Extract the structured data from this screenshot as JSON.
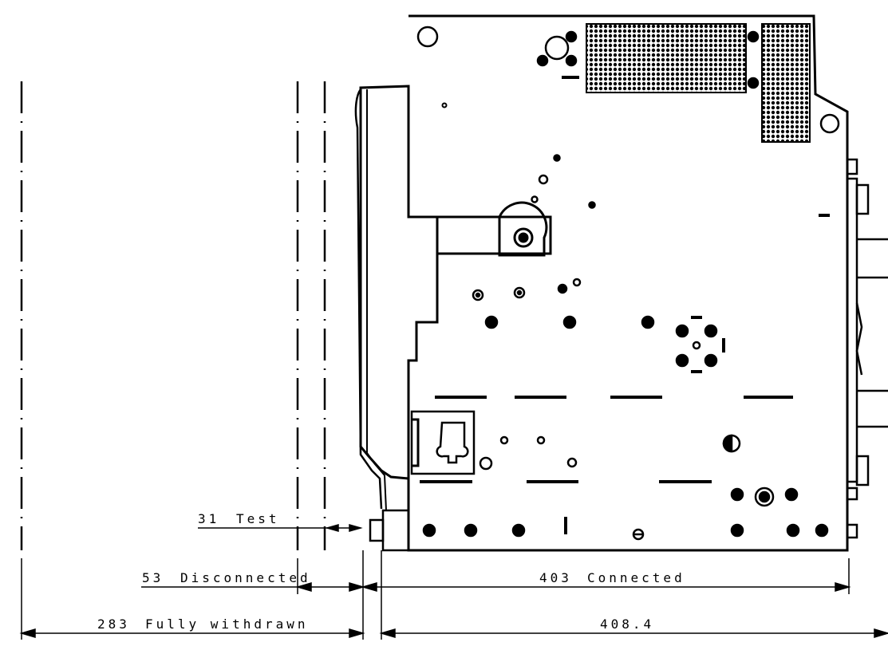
{
  "dimensions": {
    "test": {
      "value": "31",
      "label": "Test"
    },
    "disconnected": {
      "value": "53",
      "label": "Disconnected"
    },
    "connected": {
      "value": "403",
      "label": "Connected"
    },
    "fully_withdrawn": {
      "value": "283",
      "label": "Fully withdrawn"
    },
    "overall": {
      "value": "408.4"
    }
  }
}
